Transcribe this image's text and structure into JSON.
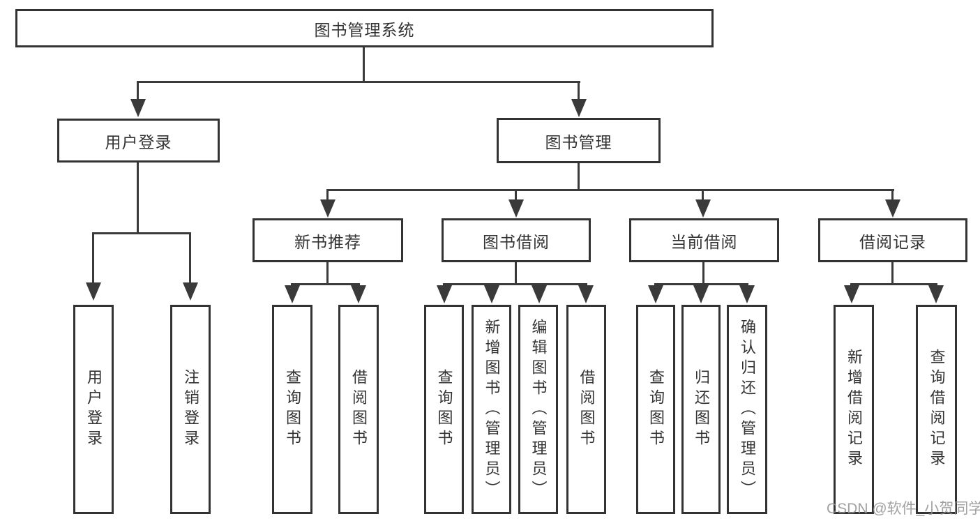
{
  "diagram": {
    "tree": {
      "root": "图书管理系统",
      "level1": [
        {
          "label": "用户登录",
          "leaves": [
            "用户登录",
            "注销登录"
          ]
        },
        {
          "label": "图书管理",
          "sections": [
            {
              "label": "新书推荐",
              "leaves": [
                "查询图书",
                "借阅图书"
              ]
            },
            {
              "label": "图书借阅",
              "leaves": [
                "查询图书",
                "新增图书（管理员）",
                "编辑图书（管理员）",
                "借阅图书"
              ]
            },
            {
              "label": "当前借阅",
              "leaves": [
                "查询图书",
                "归还图书",
                "确认归还（管理员）"
              ]
            },
            {
              "label": "借阅记录",
              "leaves": [
                "新增借阅记录",
                "查询借阅记录"
              ]
            }
          ]
        }
      ]
    },
    "watermark": "CSDN @软件_小贺同学",
    "colors": {
      "line": "#3a3a3a",
      "border": "#333333",
      "text": "#333333",
      "background": "#ffffff",
      "watermark": "#919191"
    }
  }
}
